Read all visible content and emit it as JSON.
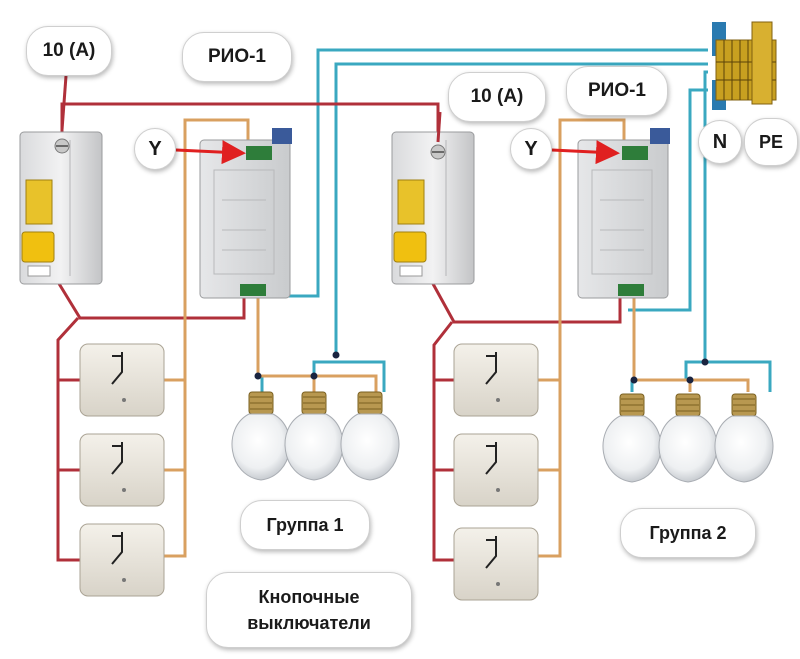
{
  "labels": {
    "breaker_left": "10 (A)",
    "breaker_right": "10 (A)",
    "relay_left": "РИО-1",
    "relay_right": "РИО-1",
    "control_left": "Y",
    "control_right": "Y",
    "neutral": "N",
    "ground": "PE",
    "group_1": "Группа 1",
    "group_2": "Группа 2",
    "buttons_line1": "Кнопочные",
    "buttons_line2": "выключатели"
  },
  "colors": {
    "phase_wire": "#b0303a",
    "lamp_wire": "#d9a060",
    "neutral_wire": "#3aa8c0",
    "pointer_arrow": "#e02020",
    "terminal_bar": "#c8a020"
  }
}
